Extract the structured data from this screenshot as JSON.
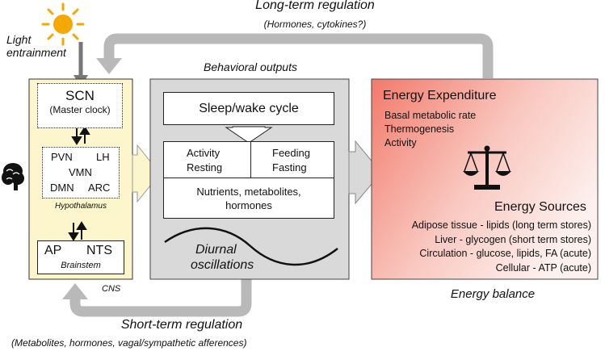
{
  "sun": {
    "icon": "sun-icon"
  },
  "light_entrainment": {
    "line1": "Light",
    "line2": "entrainment"
  },
  "long_term": {
    "title": "Long-term regulation",
    "subtitle": "(Hormones, cytokines?)"
  },
  "short_term": {
    "title": "Short-term regulation",
    "subtitle": "(Metabolites, hormones, vagal/sympathetic afferences)"
  },
  "cns": {
    "label": "CNS",
    "brain_icon": "brain-icon",
    "scn": {
      "title": "SCN",
      "subtitle": "(Master clock)"
    },
    "hypothalamus": {
      "pvn": "PVN",
      "lh": "LH",
      "vmn": "VMN",
      "dmn": "DMN",
      "arc": "ARC",
      "label": "Hypothalamus"
    },
    "brainstem": {
      "ap": "AP",
      "nts": "NTS",
      "label": "Brainstem"
    }
  },
  "behavioral": {
    "title": "Behavioral outputs",
    "sleep_wake": "Sleep/wake cycle",
    "activity": "Activity",
    "resting": "Resting",
    "feeding": "Feeding",
    "fasting": "Fasting",
    "nutrients_line1": "Nutrients, metabolites,",
    "nutrients_line2": "hormones",
    "diurnal_line1": "Diurnal",
    "diurnal_line2": "oscillations"
  },
  "energy": {
    "expenditure_title": "Energy Expenditure",
    "expenditure_items": [
      "Basal metabolic rate",
      "Thermogenesis",
      "Activity"
    ],
    "scale_icon": "balance-scale-icon",
    "sources_title": "Energy Sources",
    "sources_items": [
      "Adipose tissue - lipids (long term stores)",
      "Liver - glycogen (short term stores)",
      "Circulation - glucose, lipids, FA (acute)",
      "Cellular - ATP (acute)"
    ],
    "balance_label": "Energy balance"
  },
  "colors": {
    "cns_fill": "#fdf6cc",
    "gray_panel": "#d9d9d9",
    "arrow_gray": "#b9b9b9",
    "sun": "#f5a800",
    "energy_gradient_start": "#f27a6b",
    "energy_gradient_end": "#fbe6e3"
  }
}
